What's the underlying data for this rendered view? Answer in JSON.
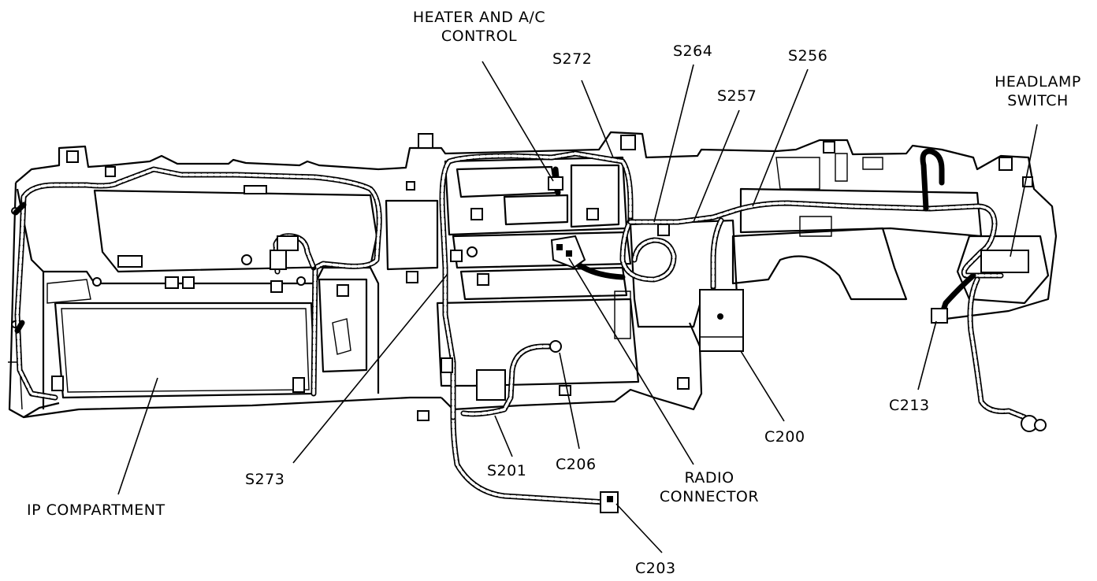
{
  "labels": {
    "heater_ac": [
      "HEATER AND A/C",
      "CONTROL"
    ],
    "s272": "S272",
    "s264": "S264",
    "s256": "S256",
    "s257": "S257",
    "headlamp": [
      "HEADLAMP",
      "SWITCH"
    ],
    "c213": "C213",
    "c200": "C200",
    "radio": [
      "RADIO",
      "CONNECTOR"
    ],
    "c206": "C206",
    "s201": "S201",
    "s273": "S273",
    "c203": "C203",
    "ip_compartment": "IP COMPARTMENT"
  }
}
